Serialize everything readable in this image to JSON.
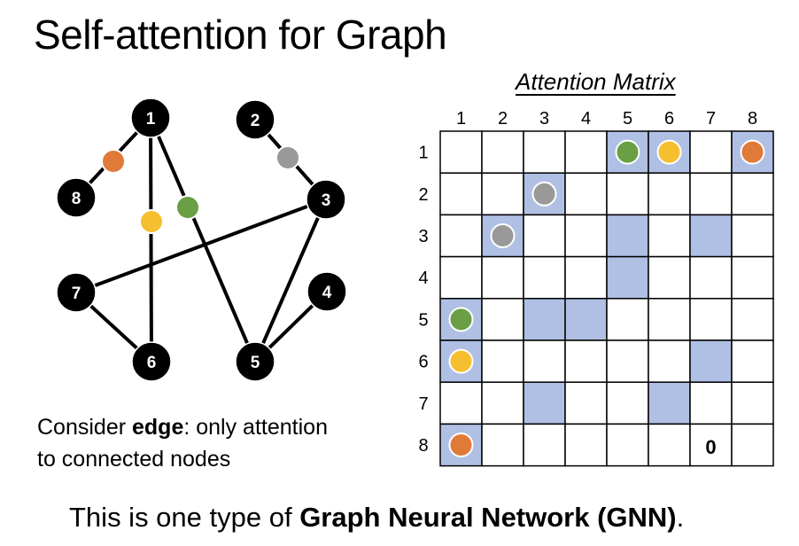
{
  "title": "Self-attention for Graph",
  "graph": {
    "nodes": [
      "1",
      "2",
      "3",
      "4",
      "5",
      "6",
      "7",
      "8"
    ],
    "edges": [
      {
        "from": "1",
        "to": "8",
        "marker": "orange"
      },
      {
        "from": "1",
        "to": "6",
        "marker": "yellow"
      },
      {
        "from": "1",
        "to": "5",
        "marker": "green"
      },
      {
        "from": "2",
        "to": "3",
        "marker": "gray"
      },
      {
        "from": "3",
        "to": "7",
        "marker": null
      },
      {
        "from": "3",
        "to": "5",
        "marker": null
      },
      {
        "from": "4",
        "to": "5",
        "marker": null
      },
      {
        "from": "7",
        "to": "6",
        "marker": null
      }
    ],
    "caption_pre": "Consider ",
    "caption_bold": "edge",
    "caption_post": ": only attention",
    "caption_line2": "to connected nodes"
  },
  "colors": {
    "node": "#000000",
    "highlight_cell": "#b0c0e4",
    "orange": "#e07a38",
    "yellow": "#f6bf2f",
    "green": "#6a9f45",
    "gray": "#999999",
    "grid": "#000000"
  },
  "matrix": {
    "title": "Attention Matrix",
    "column_labels": [
      "1",
      "2",
      "3",
      "4",
      "5",
      "6",
      "7",
      "8"
    ],
    "row_labels": [
      "1",
      "2",
      "3",
      "4",
      "5",
      "6",
      "7",
      "8"
    ],
    "highlighted": [
      [
        1,
        5
      ],
      [
        1,
        6
      ],
      [
        1,
        8
      ],
      [
        2,
        3
      ],
      [
        3,
        2
      ],
      [
        3,
        5
      ],
      [
        3,
        7
      ],
      [
        4,
        5
      ],
      [
        5,
        1
      ],
      [
        5,
        3
      ],
      [
        5,
        4
      ],
      [
        6,
        1
      ],
      [
        6,
        7
      ],
      [
        7,
        3
      ],
      [
        7,
        6
      ],
      [
        8,
        1
      ]
    ],
    "markers": [
      {
        "row": 1,
        "col": 5,
        "color": "green"
      },
      {
        "row": 1,
        "col": 6,
        "color": "yellow"
      },
      {
        "row": 1,
        "col": 8,
        "color": "orange"
      },
      {
        "row": 2,
        "col": 3,
        "color": "gray"
      },
      {
        "row": 3,
        "col": 2,
        "color": "gray"
      },
      {
        "row": 5,
        "col": 1,
        "color": "green"
      },
      {
        "row": 6,
        "col": 1,
        "color": "yellow"
      },
      {
        "row": 8,
        "col": 1,
        "color": "orange"
      }
    ],
    "zero_cell": {
      "row": 8,
      "col": 7,
      "text": "0"
    }
  },
  "footer": {
    "pre": "This is one type of ",
    "bold": "Graph Neural Network (GNN)",
    "post": "."
  }
}
